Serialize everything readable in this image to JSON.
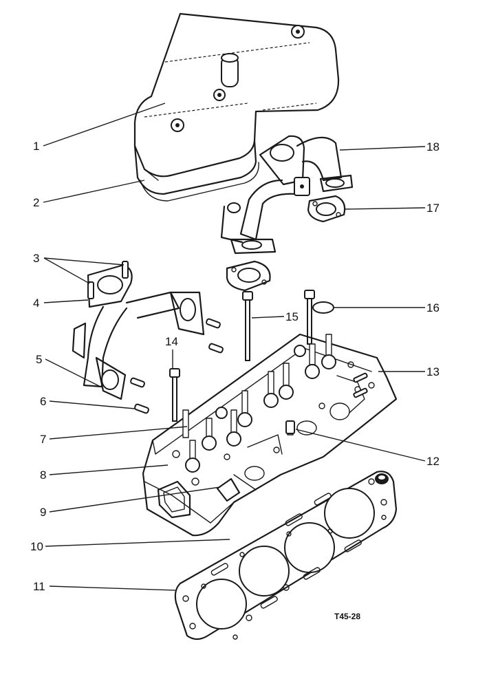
{
  "figure_ref": "T45-28",
  "callouts": [
    "1",
    "2",
    "3",
    "4",
    "5",
    "6",
    "7",
    "8",
    "9",
    "10",
    "11",
    "12",
    "13",
    "14",
    "15",
    "16",
    "17",
    "18"
  ]
}
